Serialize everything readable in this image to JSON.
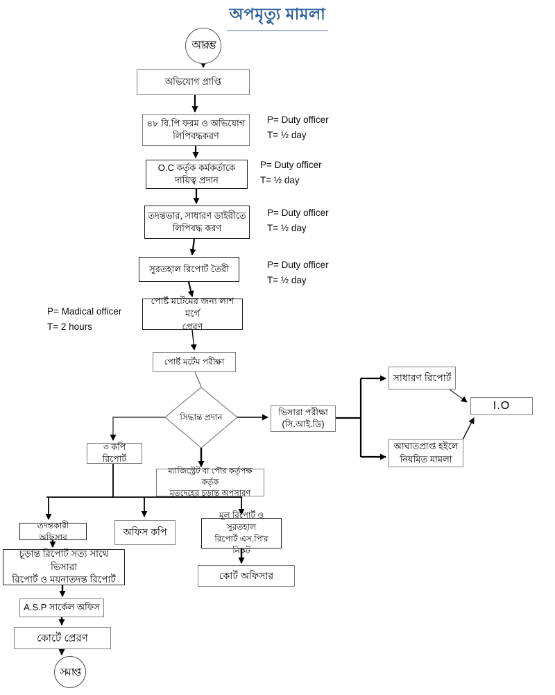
{
  "title": "অপমৃত্যু মামলা",
  "colors": {
    "title_text": "#2e5f9e",
    "border_gray": "#7f7f7f",
    "border_dark": "#1f1f1f",
    "line": "#000000"
  },
  "flow": {
    "start": "আরম্ভ",
    "complaint": "অভিযোগ প্রাপ্তি",
    "bp_form": "৪৮ বি.পি ফরম ও অভিযোগ\nলিপিবদ্ধকরণ",
    "oc_assign": "O.C কর্তৃক কর্মকর্তাকে\nদায়িত্ব প্রদান",
    "gd_entry": "তদন্তভার, সাধারণ ডাইরীতে\nলিপিবদ্ধ করণ",
    "inquest_report": "সুরতহাল রিপোর্ট তৈরী",
    "send_morgue": "পোর্ষ্ট মর্টেমের জন্য লাশ মর্গে\nপ্রেরণ",
    "postmortem_exam": "পোর্ষ্ট মর্টেম  পরীক্ষা",
    "decision": "সিদ্ধান্ত প্রদান",
    "three_copy_report": "৩ কপি রিপোর্ট",
    "viscera_exam": "ভিসারা পরীক্ষা\n(সি.আই.ডি)",
    "general_report": "সাধারণ রিপোর্ট",
    "io": "I.O",
    "injury_regular_case": "আঘাতপ্রাপ্ত হইলে\nনিয়মিত মামলা",
    "magistrate_disposal": "ম্যাজিস্ট্রেট বা পৌর কর্তৃপক্ষ কর্তৃক\nমৃতদেহের চূড়ান্ত অপসারণ",
    "investigating_officer": "তদন্তকারী অফিসার",
    "office_copy": "অফিস কপি",
    "original_report_sp": "মূল রিপোর্ট ও সুরতহাল\nরিপোর্ট এস.পি'র নিকট",
    "final_report_viscera": "চূড়ান্ত রিপোর্ট সত্য সাথে ভিসারা\nরিপোর্ট ও ময়নাতদন্ত রিপোর্ট",
    "court_officer": "কোর্ট অফিসার",
    "asp_circle_office": "A.S.P সার্কেল অফিস",
    "send_to_court": "কোর্টে প্রেরণ",
    "end": "সমাপ্ত"
  },
  "annotations": {
    "duty1": "P= Duty officer\nT= ½ day",
    "duty2": "P= Duty officer\nT= ½ day",
    "duty3": "P= Duty officer\nT= ½ day",
    "duty4": "P= Duty officer\nT= ½ day",
    "medical": "P= Madical officer\nT= 2 hours"
  }
}
